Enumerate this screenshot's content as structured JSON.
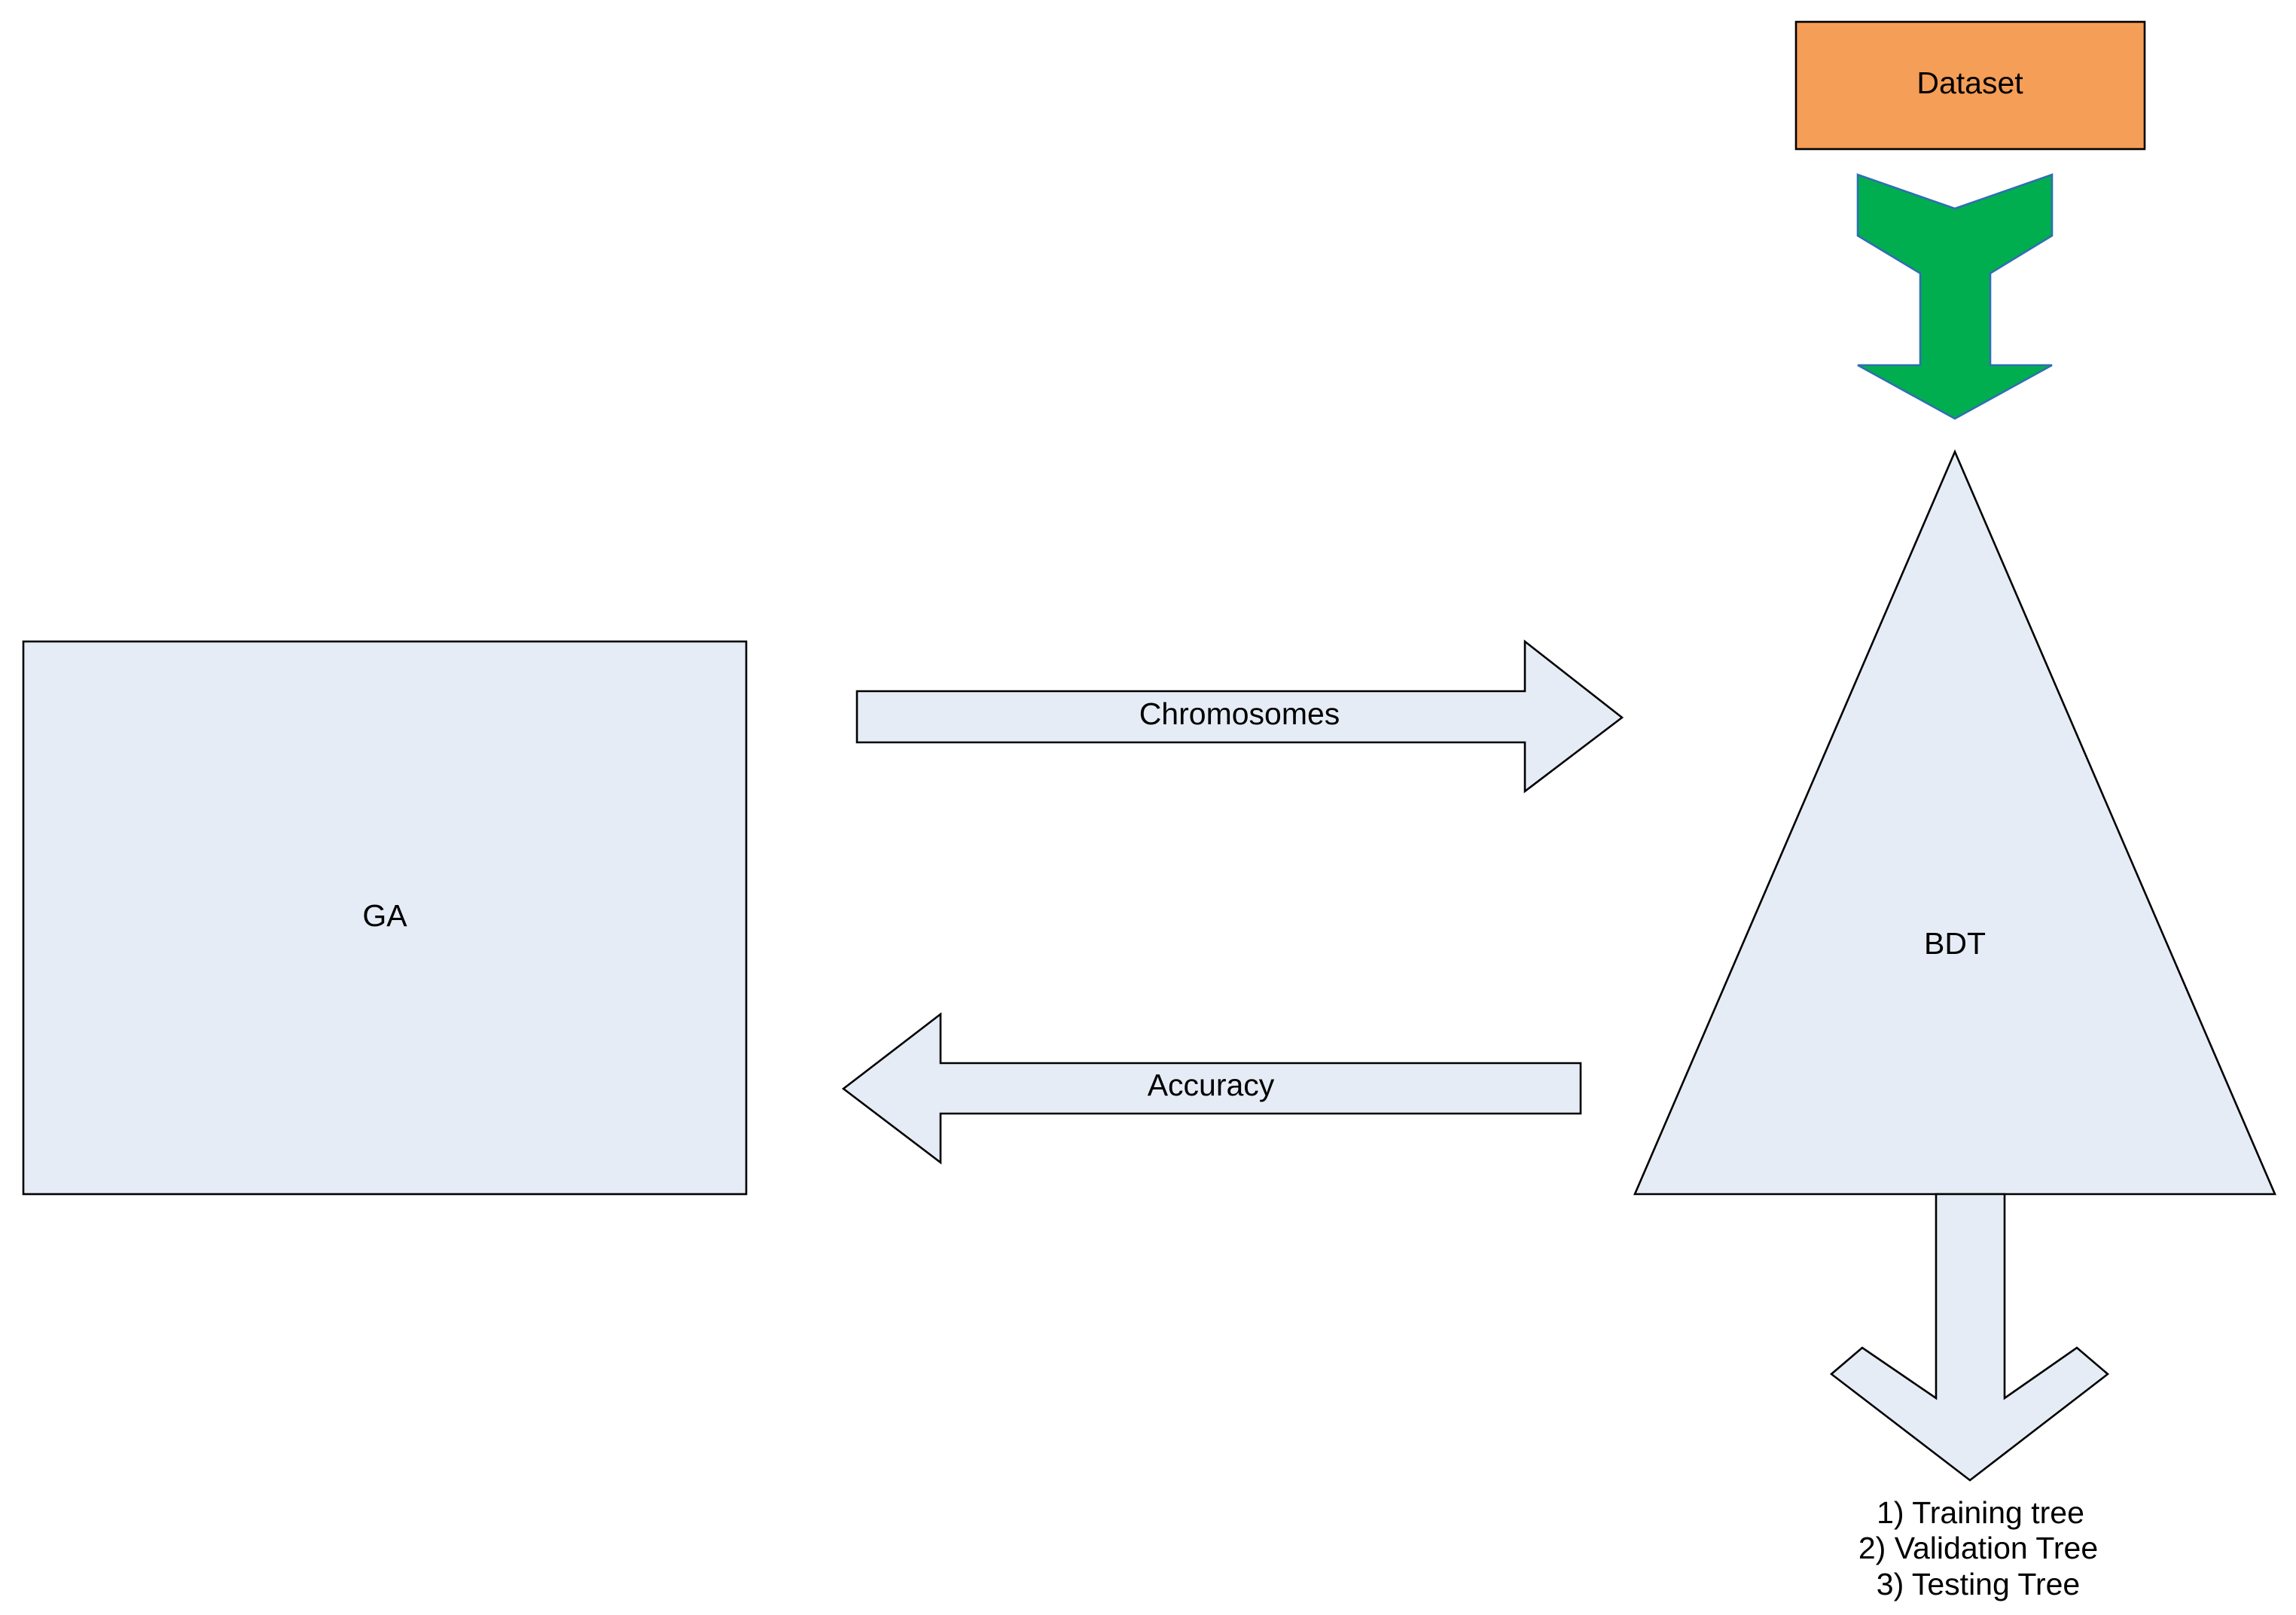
{
  "nodes": {
    "dataset": {
      "label": "Dataset"
    },
    "ga": {
      "label": "GA"
    },
    "bdt": {
      "label": "BDT"
    }
  },
  "edges": {
    "chromosomes": {
      "label": "Chromosomes"
    },
    "accuracy": {
      "label": "Accuracy"
    }
  },
  "outputs": [
    "1) Training tree",
    "2) Validation Tree",
    "3) Testing Tree"
  ],
  "colors": {
    "shape_fill": "#e6ecf6",
    "dataset_fill": "#f59e57",
    "input_arrow_fill": "#00ae4f",
    "input_arrow_stroke": "#2f6fb0",
    "outline": "#000000"
  }
}
